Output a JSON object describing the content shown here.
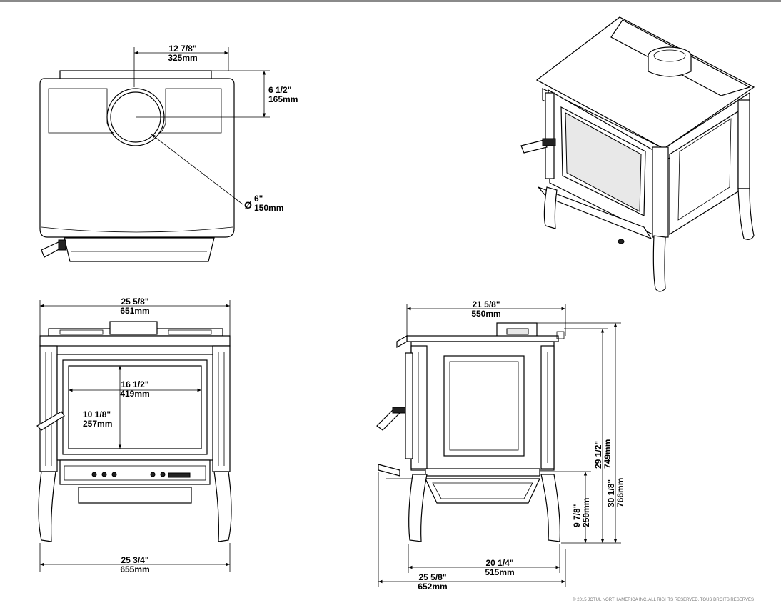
{
  "top_view": {
    "flue_offset": {
      "imperial": "12 7/8\"",
      "metric": "325mm"
    },
    "flue_depth": {
      "imperial": "6 1/2\"",
      "metric": "165mm"
    },
    "flue_diameter": {
      "symbol": "Ø",
      "imperial": "6\"",
      "metric": "150mm"
    }
  },
  "front_view": {
    "top_width": {
      "imperial": "25 5/8\"",
      "metric": "651mm"
    },
    "glass_width": {
      "imperial": "16 1/2\"",
      "metric": "419mm"
    },
    "glass_height": {
      "imperial": "10 1/8\"",
      "metric": "257mm"
    },
    "leg_width": {
      "imperial": "25 3/4\"",
      "metric": "655mm"
    }
  },
  "side_view": {
    "top_depth": {
      "imperial": "21 5/8\"",
      "metric": "550mm"
    },
    "flue_height": {
      "imperial": "29 1/2\"",
      "metric": "749mm"
    },
    "overall_height": {
      "imperial": "30 1/8\"",
      "metric": "766mm"
    },
    "floor_to_door": {
      "imperial": "9 7/8\"",
      "metric": "250mm"
    },
    "leg_depth": {
      "imperial": "20 1/4\"",
      "metric": "515mm"
    },
    "overall_depth": {
      "imperial": "25 5/8\"",
      "metric": "652mm"
    }
  },
  "footer": {
    "copyright": "© 2015 JOTUL NORTH AMERICA INC. ALL RIGHTS RESERVED. TOUS DROITS RÉSERVÉS"
  }
}
